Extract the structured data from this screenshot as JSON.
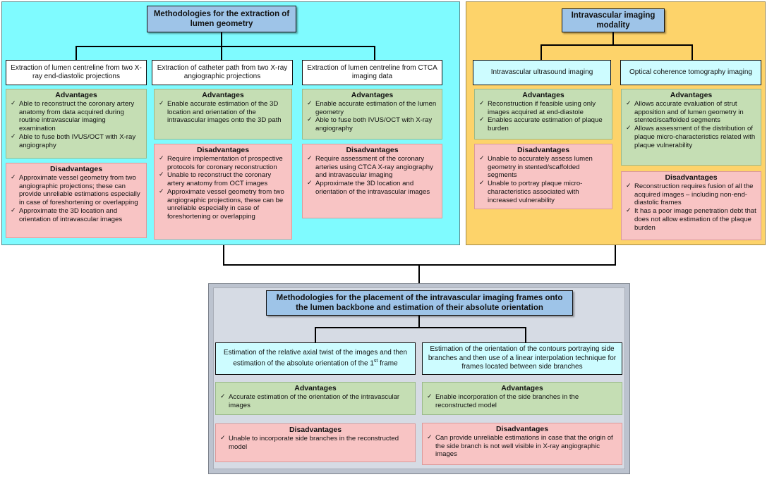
{
  "left_panel": {
    "title": "Methodologies  for the extraction of lumen geometry",
    "columns": [
      {
        "header": "Extraction of lumen centreline from two X-ray end-diastolic projections",
        "advantages": [
          "Able to reconstruct  the coronary artery anatomy  from data acquired during routine intravascular imaging examination",
          "Able to fuse both IVUS/OCT with X-ray angiography"
        ],
        "disadvantages": [
          "Approximate vessel geometry from two angiographic projections; these can provide unreliable estimations especially in case of foreshortening or overlapping",
          "Approximate  the 3D location and orientation  of intravascular images"
        ]
      },
      {
        "header": "Extraction of catheter path from two X-ray angiographic projections",
        "advantages": [
          "Enable accurate estimation of the 3D location and orientation of the intravascular images onto the 3D path"
        ],
        "disadvantages": [
          "Require implementation of prospective protocols for coronary reconstruction",
          "Unable to reconstruct the coronary artery anatomy  from OCT images",
          "Approximate vessel geometry from two angiographic projections, these can be unreliable especially in case of foreshortening  or overlapping"
        ]
      },
      {
        "header": "Extraction of lumen centreline from CTCA imaging data",
        "advantages": [
          "Enable accurate  estimation of the lumen geometry",
          "Able to fuse both IVUS/OCT with X-ray angiography"
        ],
        "disadvantages": [
          "Require assessment of the coronary arteries using CTCA X-ray angiography  and intravascular imaging",
          "Approximate  the 3D location and orientation  of the intravascular images"
        ]
      }
    ]
  },
  "right_panel": {
    "title": "Intravascular imaging modality",
    "columns": [
      {
        "header": "Intravascular ultrasound imaging",
        "advantages": [
          "Reconstruction  if feasible using only images acquired at end-diastole",
          "Enables accurate estimation of plaque burden"
        ],
        "disadvantages": [
          "Unable to accurately  assess lumen geometry  in stented/scaffolded segments",
          "Unable to portray plaque micro-characteristics associated with increased vulnerability"
        ]
      },
      {
        "header": "Optical coherence tomography imaging",
        "advantages": [
          "Allows accurate evaluation of strut apposition and of lumen geometry in stented/scaffolded segments",
          "Allows assessment of the distribution of plaque micro-characteristics related with plaque vulnerability"
        ],
        "disadvantages": [
          "Reconstruction  requires fusion of all the acquired images – including non-end-diastolic  frames",
          "It has a poor image penetration debt that does not allow estimation of the plaque burden"
        ]
      }
    ]
  },
  "bottom_panel": {
    "title": "Methodologies  for the placement of the intravascular imaging frames onto the lumen backbone and estimation of their absolute orientation",
    "columns": [
      {
        "header": "Estimation of the relative axial twist of the images and then estimation of the absolute orientation  of the 1",
        "header_sup": "st",
        "header_tail": "frame",
        "advantages": [
          "Accurate estimation of the orientation  of the intravascular images"
        ],
        "disadvantages": [
          "Unable to incorporate  side branches in the reconstructed model"
        ]
      },
      {
        "header": "Estimation of the orientation  of the contours portraying side branches  and then use of a linear interpolation technique  for frames located between side branches",
        "advantages": [
          "Enable incorporation  of the side branches in the reconstructed model"
        ],
        "disadvantages": [
          "Can provide unreliable estimations in case that the origin of the side branch is not well visible in X-ray angiographic images"
        ]
      }
    ]
  },
  "labels": {
    "advantages": "Advantages",
    "disadvantages": "Disadvantages"
  },
  "colors": {
    "left_panel_bg": "#7ffbff",
    "right_panel_bg": "#fdd36a",
    "bottom_panel_bg": "#bcc3cf",
    "title_box_bg": "#9ec4e8",
    "advantages_bg": "#c5deb4",
    "disadvantages_bg": "#f8c4c4"
  }
}
